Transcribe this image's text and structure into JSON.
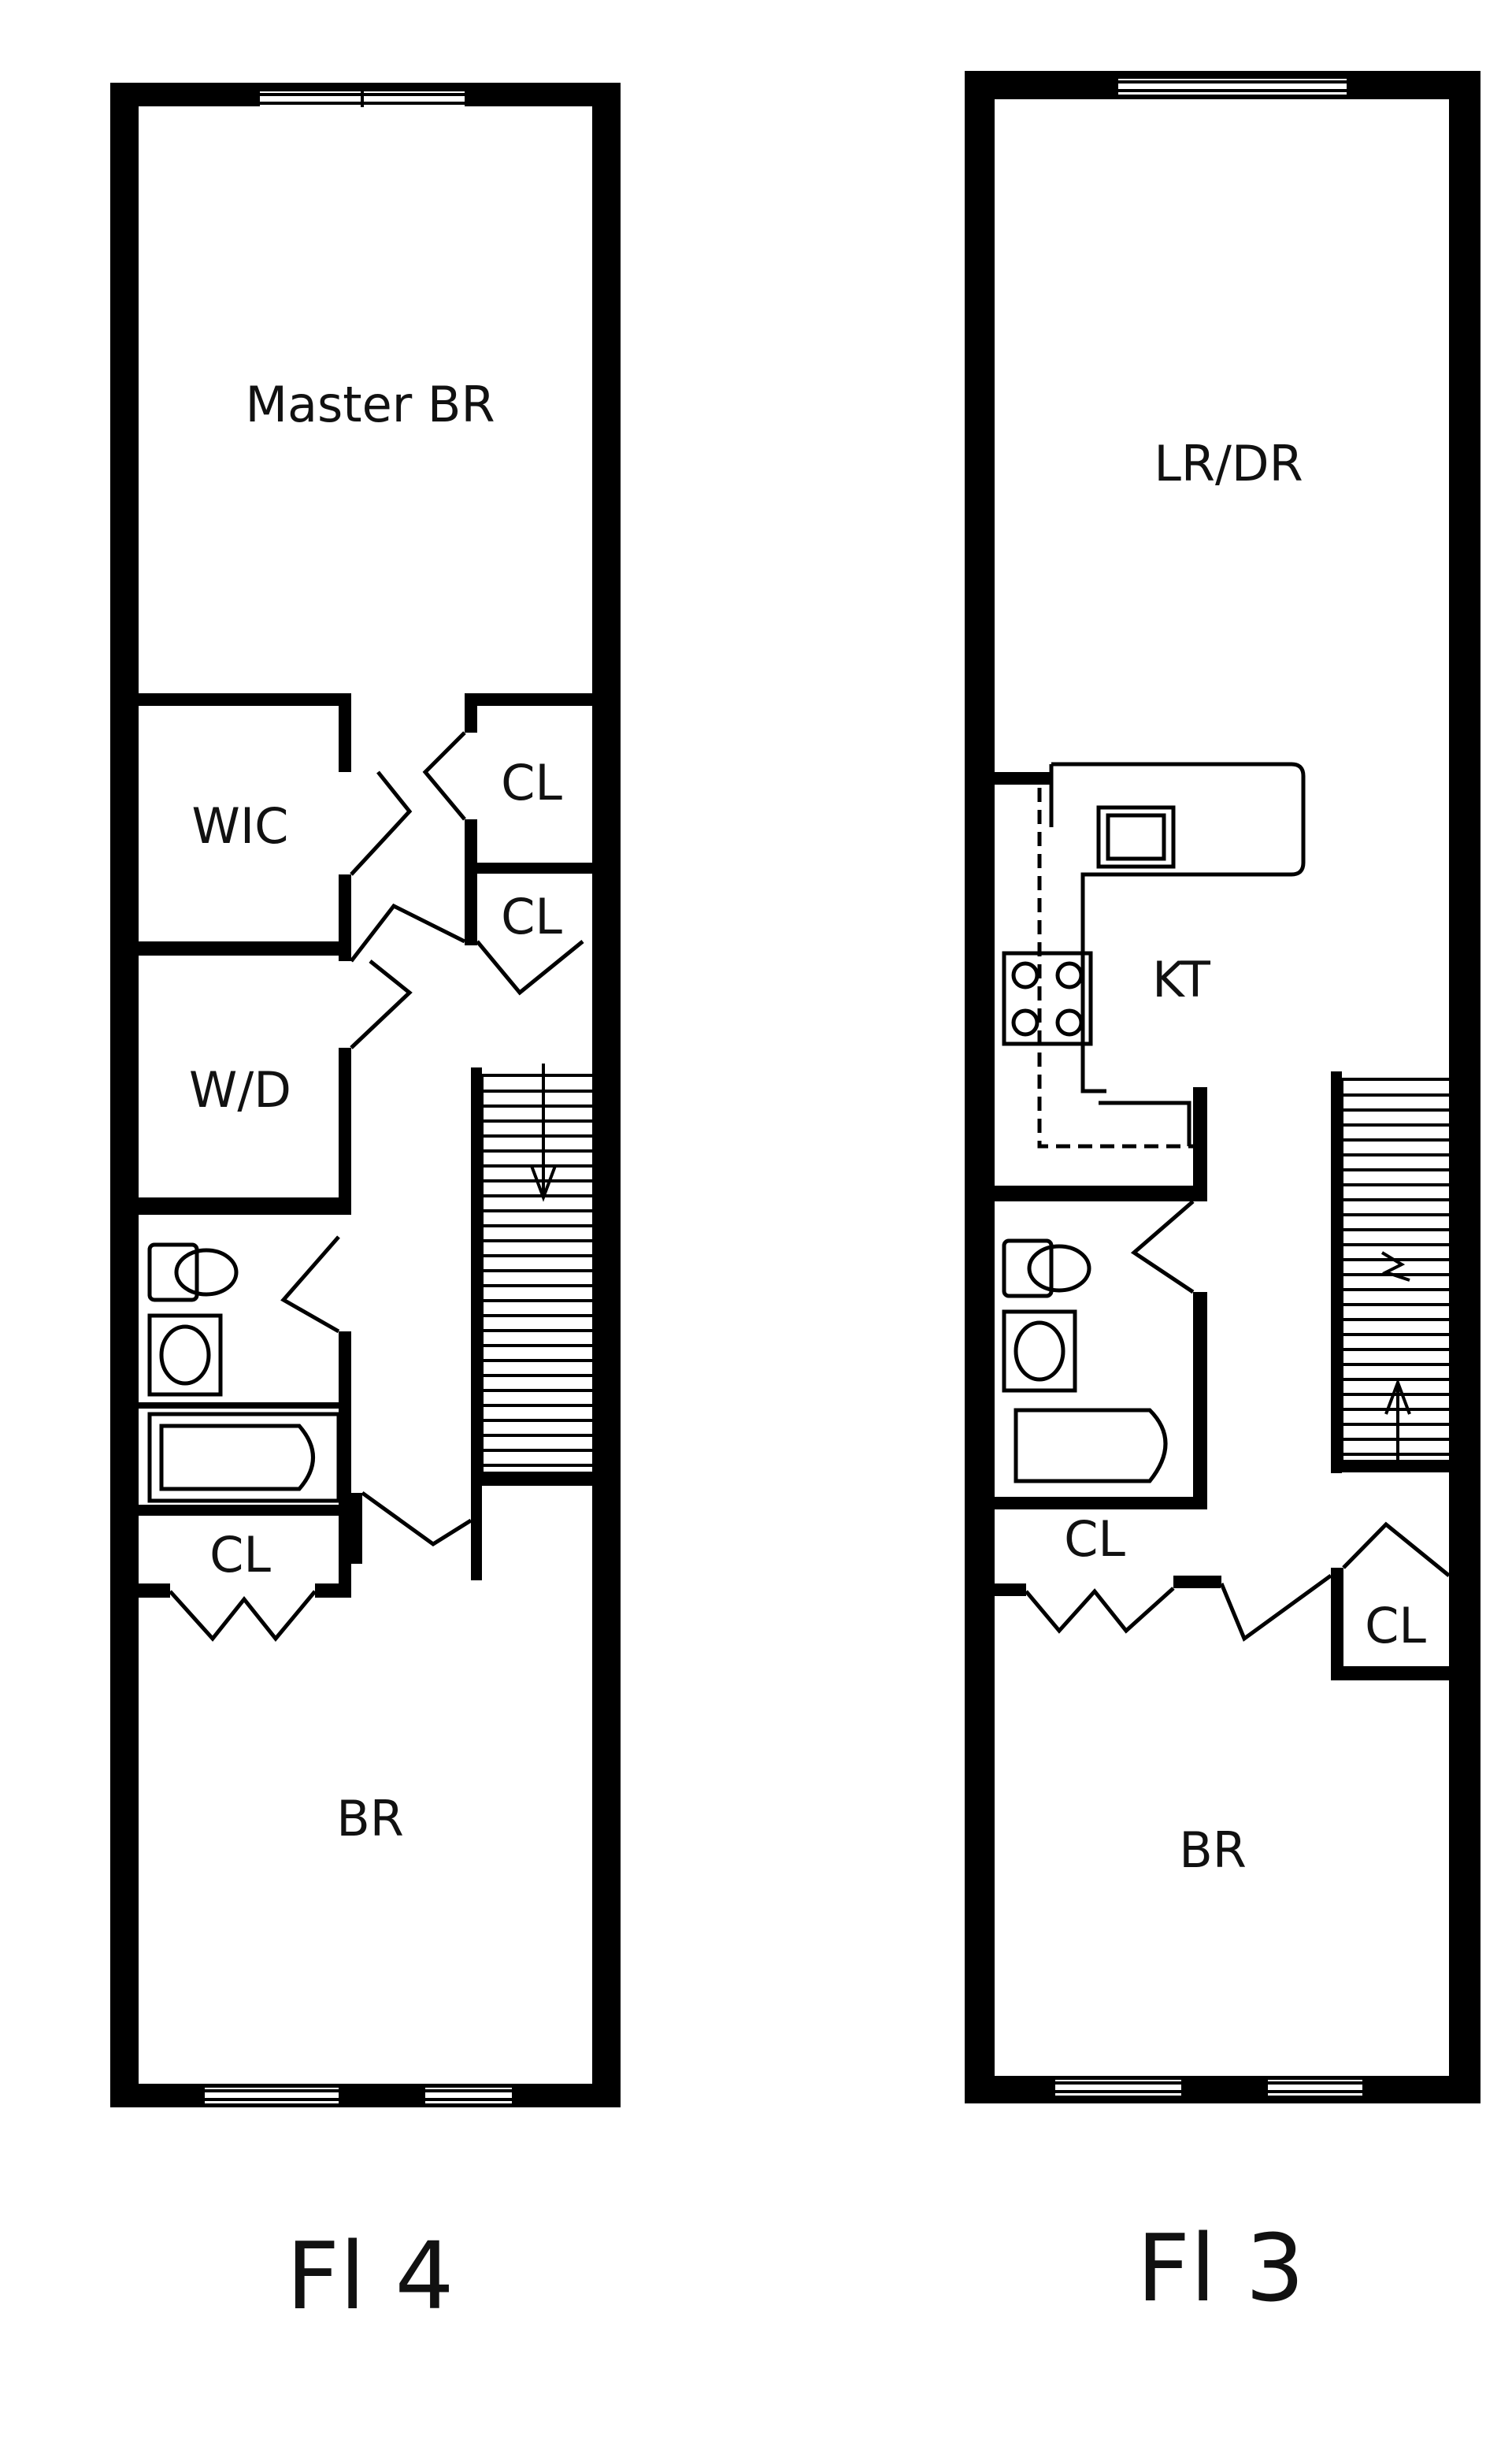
{
  "colors": {
    "ink": "#000000",
    "background": "#ffffff"
  },
  "floor4": {
    "title": "Fl 4",
    "rooms": {
      "master_br": "Master BR",
      "wic": "WIC",
      "cl_upper": "CL",
      "cl_middle": "CL",
      "wd": "W/D",
      "cl_lower": "CL",
      "br": "BR"
    }
  },
  "floor3": {
    "title": "Fl 3",
    "rooms": {
      "lr_dr": "LR/DR",
      "kt": "KT",
      "cl_left": "CL",
      "cl_right": "CL",
      "br": "BR"
    }
  }
}
